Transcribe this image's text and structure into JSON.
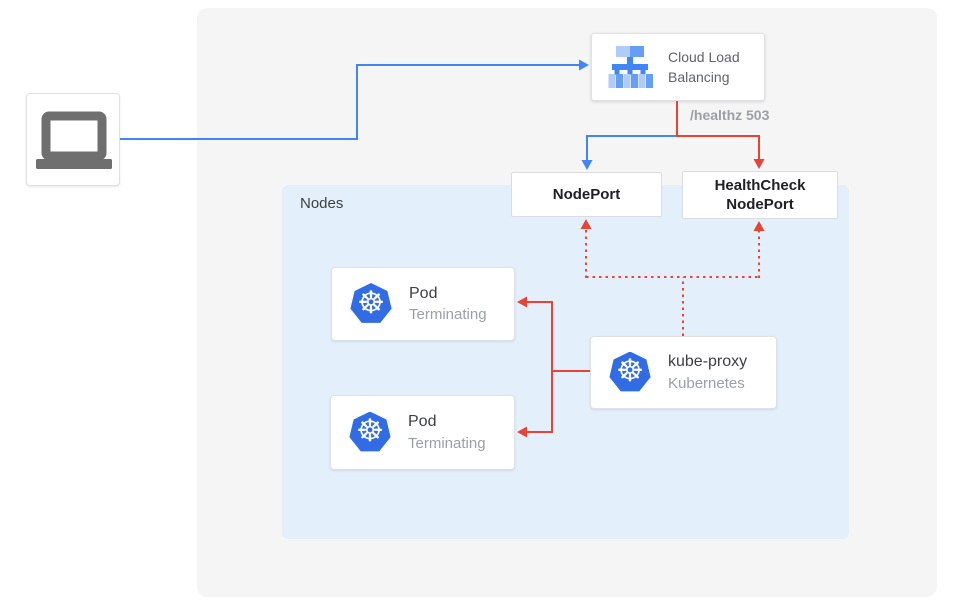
{
  "colors": {
    "line_blue": "#4285f4",
    "line_red": "#ea4335",
    "canvas_bg": "#f5f5f5",
    "nodes_panel_bg": "#e3f0fc",
    "kubernetes_blue": "#326ce5",
    "lb_icon_light": "#aecbfa",
    "lb_icon_medium": "#669df6",
    "lb_icon_dark": "#4285f4",
    "laptop_gray": "#6f6f6f",
    "muted_text": "#9aa0a6"
  },
  "icons": {
    "kubernetes_glyph": "☸"
  },
  "nodes_panel": {
    "label": "Nodes"
  },
  "load_balancer": {
    "label": "Cloud Load Balancing"
  },
  "health_check_path": {
    "label": "/healthz 503"
  },
  "node_port": {
    "label": "NodePort"
  },
  "health_check_node_port": {
    "label": "HealthCheck NodePort"
  },
  "kube_proxy": {
    "title": "kube-proxy",
    "subtitle": "Kubernetes"
  },
  "pods": [
    {
      "title": "Pod",
      "status": "Terminating"
    },
    {
      "title": "Pod",
      "status": "Terminating"
    }
  ]
}
